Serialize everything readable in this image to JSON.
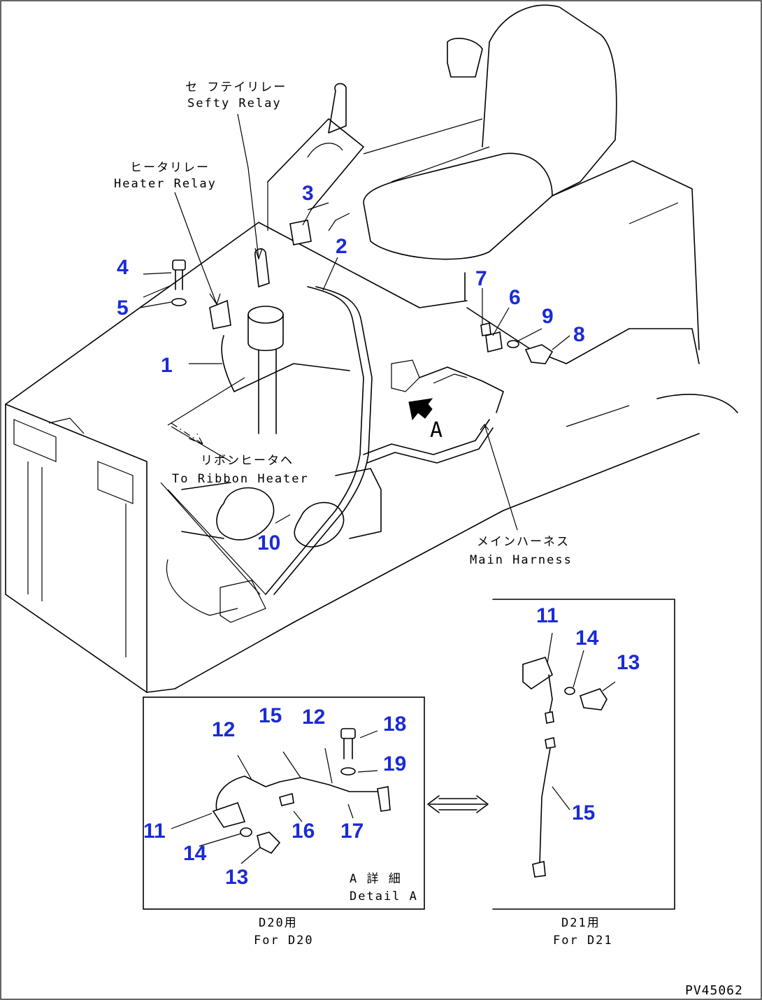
{
  "callouts": {
    "c1": "1",
    "c2": "2",
    "c3": "3",
    "c4": "4",
    "c5": "5",
    "c6": "6",
    "c7": "7",
    "c8": "8",
    "c9": "9",
    "c10": "10",
    "a11": "11",
    "a12a": "12",
    "a12b": "12",
    "a13": "13",
    "a14": "14",
    "a15": "15",
    "a16": "16",
    "a17": "17",
    "a18": "18",
    "a19": "19",
    "b11": "11",
    "b13": "13",
    "b14": "14",
    "b15": "15"
  },
  "labels": {
    "safety_relay_jp": "セ フテイリレー",
    "safety_relay_en": "Sefty Relay",
    "heater_relay_jp": "ヒータリレー",
    "heater_relay_en": "Heater Relay",
    "ribbon_heater_jp": "リボンヒータヘ",
    "ribbon_heater_en": "To Ribbon Heater",
    "main_harness_jp": "メインハーネス",
    "main_harness_en": "Main Harness",
    "detail_a_jp": "A 詳 細",
    "detail_a_en": "Detail A",
    "view_marker": "A",
    "d20_jp": "D20用",
    "d20_en": "For D20",
    "d21_jp": "D21用",
    "d21_en": "For D21",
    "drawing_code": "PV45062"
  },
  "colors": {
    "callout": "#1a2bd6",
    "line": "#000000"
  }
}
